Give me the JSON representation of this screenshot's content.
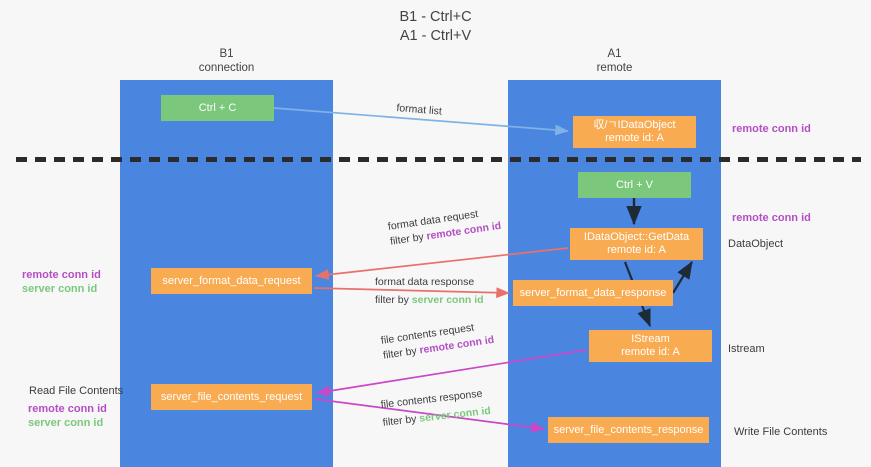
{
  "title": {
    "line1": "B1 - Ctrl+C",
    "line2": "A1 - Ctrl+V"
  },
  "lanes": [
    {
      "id": "b1",
      "name": "B1",
      "subtitle": "connection",
      "color": "#4a86e0"
    },
    {
      "id": "a1",
      "name": "A1",
      "subtitle": "remote",
      "color": "#4a86e0"
    }
  ],
  "nodes": {
    "ctrl_c": {
      "label": "Ctrl + C",
      "color": "#7bc87c"
    },
    "ctrl_v": {
      "label": "Ctrl + V",
      "color": "#7bc87c"
    },
    "idataobject": {
      "line1": "収/ㄱIDataObject",
      "line2": "remote id: A",
      "color": "#f9ab52"
    },
    "getdata": {
      "line1": "IDataObject::GetData",
      "line2": "remote id: A",
      "color": "#f9ab52"
    },
    "istream": {
      "line1": "IStream",
      "line2": "remote id: A",
      "color": "#f9ab52"
    },
    "format_data_request": {
      "label": "server_format_data_request",
      "color": "#f9ab52"
    },
    "format_data_response": {
      "label": "server_format_data_response",
      "color": "#f9ab52"
    },
    "file_contents_request": {
      "label": "server_file_contents_request",
      "color": "#f9ab52"
    },
    "file_contents_response": {
      "label": "server_file_contents_response",
      "color": "#f9ab52"
    }
  },
  "edge_labels": {
    "format_list": "format list",
    "format_data_request": "format data request",
    "format_data_request_filter_prefix": "filter by ",
    "format_data_request_filter_key": "remote conn id",
    "format_data_response": "format data response",
    "format_data_response_filter_prefix": "filter by ",
    "format_data_response_filter_key": "server conn id",
    "file_contents_request": "file contents request",
    "file_contents_request_filter_prefix": "filter by ",
    "file_contents_request_filter_key": "remote conn id",
    "file_contents_response": "file contents response",
    "file_contents_response_filter_prefix": "filter by ",
    "file_contents_response_filter_key": "server conn id"
  },
  "annotations": {
    "right_remote_conn_id_top": "remote conn id",
    "right_remote_conn_id_mid": "remote conn id",
    "right_dataobject": "DataObject",
    "right_istream": "Istream",
    "right_write_file_contents": "Write File Contents",
    "left_remote_conn_id_top": "remote conn id",
    "left_server_conn_id_top": "server conn id",
    "left_read_file_contents": "Read File Contents",
    "left_remote_conn_id_bottom": "remote conn id",
    "left_server_conn_id_bottom": "server conn id"
  },
  "colors": {
    "lane": "#4a86e0",
    "orange": "#f9ab52",
    "green": "#7bc87c",
    "remote_key": "#b44ec4",
    "server_key": "#7bc87c",
    "divider": "#2b2b2b",
    "arrow_blue": "#7fb3e8",
    "arrow_red": "#e8726a",
    "arrow_magenta": "#cc46c8",
    "arrow_dark": "#1f2a37",
    "background": "#f7f7f7"
  }
}
